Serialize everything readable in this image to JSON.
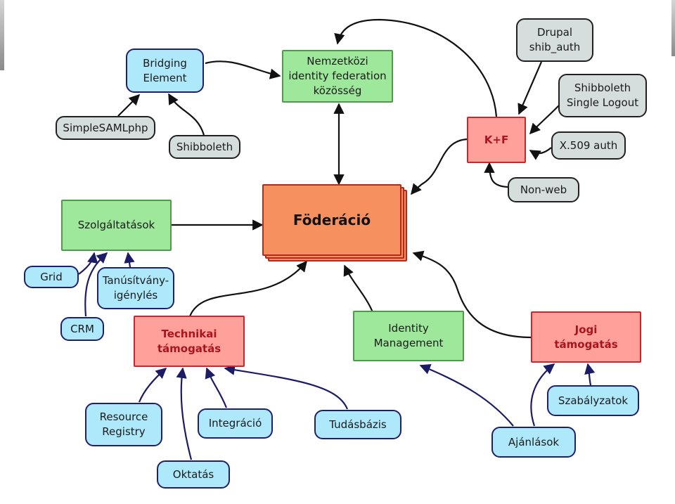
{
  "nodes": {
    "foderacio": "Föderáció",
    "nemzetkozi": "Nemzetközi\nidentity federation\nközösség",
    "bridging": "Bridging\nElement",
    "simplesaml": "SimpleSAMLphp",
    "shibboleth": "Shibboleth",
    "kf": "K+F",
    "drupal": "Drupal\nshib_auth",
    "shib_logout": "Shibboleth\nSingle Logout",
    "x509": "X.509 auth",
    "nonweb": "Non-web",
    "szolgaltatasok": "Szolgáltatások",
    "grid": "Grid",
    "crm": "CRM",
    "tanusitvany": "Tanúsítvány-\nigénylés",
    "technikai": "Technikai\ntámogatás",
    "resource_registry": "Resource\nRegistry",
    "oktatas": "Oktatás",
    "integracio": "Integráció",
    "tudasbazis": "Tudásbázis",
    "identity_mgmt": "Identity\nManagement",
    "jogi": "Jogi\ntámogatás",
    "szabalyzatok": "Szabályzatok",
    "ajanlasok": "Ajánlások"
  },
  "colors": {
    "core": "#f7905f",
    "green": "#9de89a",
    "red": "#ffa09a",
    "blue": "#aee9fb",
    "grey": "#d6dedd",
    "arrow_black": "#111111",
    "arrow_navy": "#1c1c66"
  }
}
